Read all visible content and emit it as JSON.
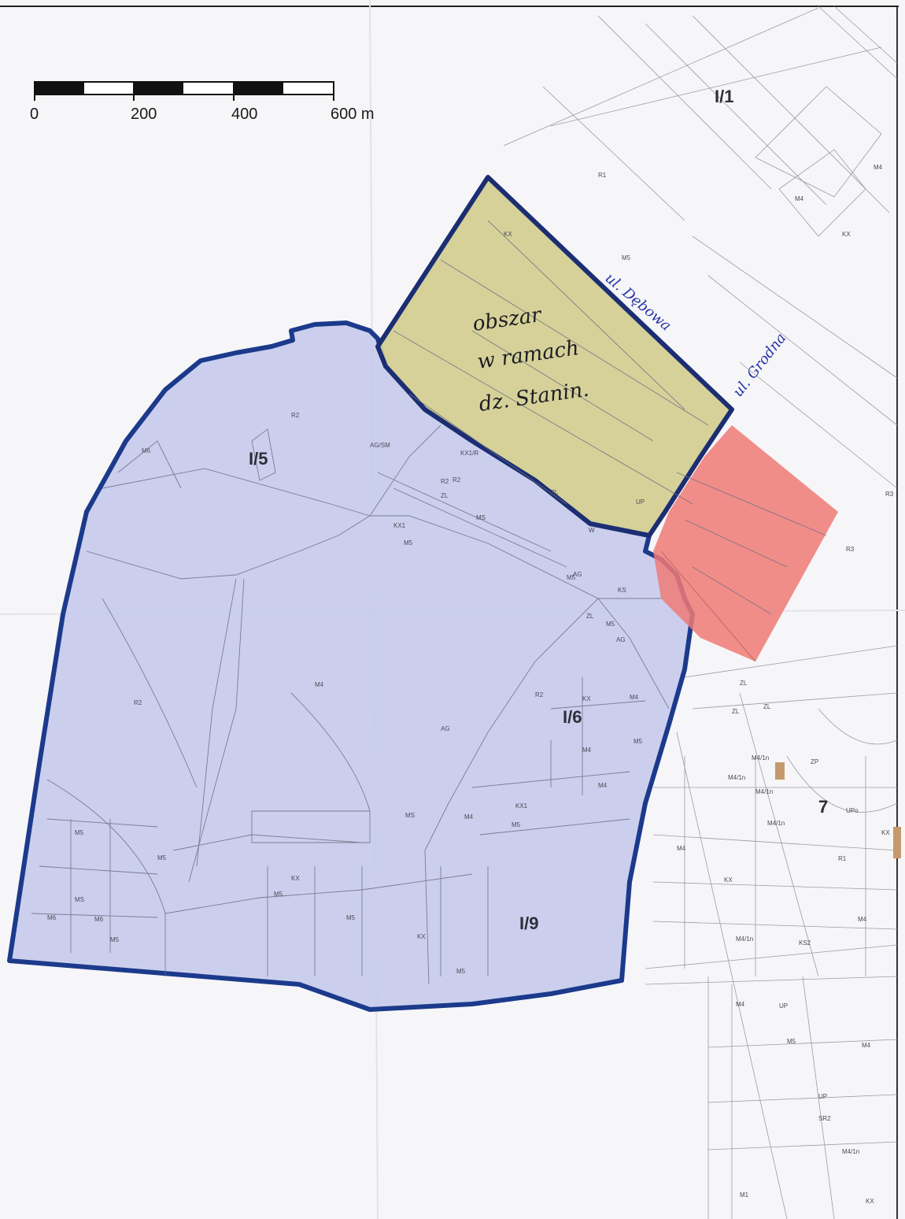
{
  "scale_bar": {
    "ticks": [
      "0",
      "200",
      "400",
      "600 m"
    ]
  },
  "sheet_labels": {
    "i1": "I/1",
    "i5": "I/5",
    "i6": "I/6",
    "i9": "I/9",
    "n7": "7"
  },
  "zone_codes": [
    "R1",
    "M4",
    "M4",
    "KX",
    "M5",
    "M6",
    "KX",
    "R2",
    "AG/SM",
    "KX1/R",
    "R2",
    "ZL",
    "ZL",
    "UP",
    "W",
    "MS",
    "KX1",
    "M5",
    "R2",
    "M5",
    "AG",
    "KS",
    "ZL",
    "M5",
    "AG",
    "M4",
    "R2",
    "AG",
    "R2",
    "M4",
    "M5",
    "KX",
    "M4",
    "M4",
    "KX1",
    "MS",
    "M4",
    "M5",
    "M5",
    "M6",
    "MS",
    "M6",
    "M5",
    "M5",
    "KX",
    "M5",
    "KX",
    "M5",
    "M5",
    "R3",
    "R3",
    "ZL",
    "ZL",
    "M4/1n",
    "M4/1n",
    "ZP",
    "UPo",
    "M4/1n",
    "M4/1n",
    "M4",
    "KX",
    "KS2",
    "M4/1n",
    "M4",
    "M4",
    "UP",
    "M4/1n",
    "SR2",
    "UP",
    "KX",
    "R1",
    "M4",
    "M5",
    "KX",
    "ZL",
    "M1"
  ],
  "annotations": {
    "handwritten_line1": "obszar",
    "handwritten_line2": "w ramach",
    "handwritten_line3": "dz. Stanin.",
    "street_1": "ul. Dębowa",
    "street_2": "ul. Grodna"
  },
  "colors": {
    "blue_area_fill": "#c7cbec",
    "blue_boundary": "#1c3a8c",
    "yellow_area_fill": "#d3cf94",
    "red_area_fill": "#f07a76",
    "paper": "#f6f6f8",
    "linework": "#8e8e9c"
  }
}
